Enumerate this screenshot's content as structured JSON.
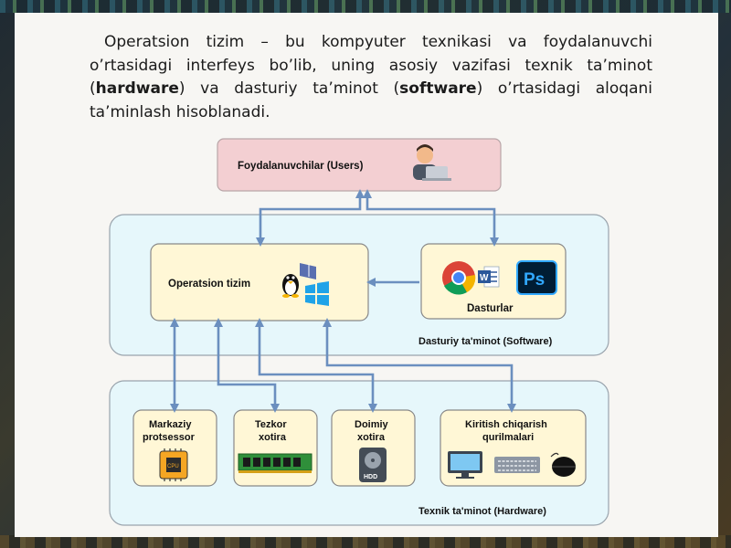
{
  "intro": {
    "part1": "Operatsion tizim – bu kompyuter texnikasi va foydalanuvchi o’rtasidagi interfeys bo’lib, uning asosiy vazifasi texnik ta’minot (",
    "bold1": "hardware",
    "part2": ") va dasturiy ta’minot (",
    "bold2": "software",
    "part3": ") o’rtasidagi aloqani ta’minlash hisoblanadi."
  },
  "diagram": {
    "users_label": "Foydalanuvchilar (Users)",
    "os_label": "Operatsion tizim",
    "apps_label": "Dasturlar",
    "software_group_label": "Dasturiy ta'minot (Software)",
    "hardware_group_label": "Texnik ta'minot (Hardware)",
    "cpu_line1": "Markaziy",
    "cpu_line2": "protsessor",
    "ram_line1": "Tezkor",
    "ram_line2": "xotira",
    "storage_line1": "Doimiy",
    "storage_line2": "xotira",
    "storage_icon_text": "HDD",
    "io_line1": "Kiritish chiqarish",
    "io_line2": "qurilmalari",
    "ps_icon_text": "Ps",
    "word_icon_text": "W",
    "cpu_chip_text": "CPU"
  },
  "colors": {
    "users_box": "#f3cfd2",
    "group_fill": "#e6f7fb",
    "node_fill": "#fff7d6",
    "arrow": "#6b8fbf"
  }
}
